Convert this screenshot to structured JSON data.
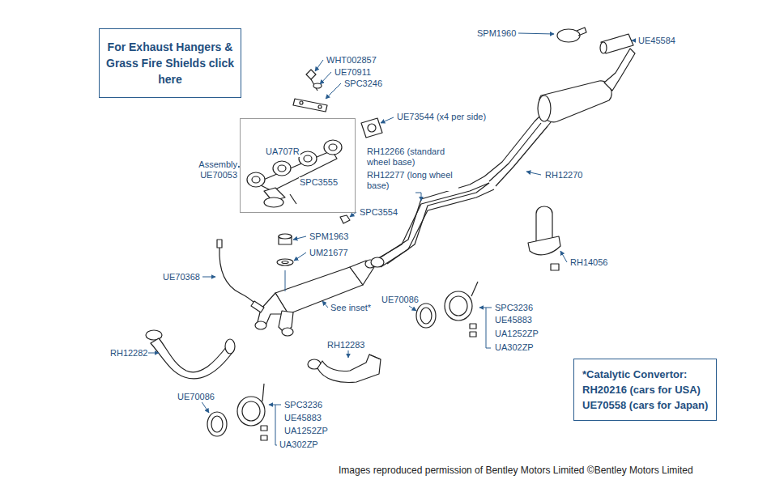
{
  "diagram": {
    "nodes": [
      {
        "text": [
          "For Exhaust Hangers & Grass Fire Shields click here"
        ]
      },
      {
        "text": [
          "UA707R",
          "SPC3555"
        ]
      },
      {
        "text": [
          "*Catalytic Convertor:",
          "RH20216 (cars for USA)",
          "UE70558 (cars for Japan)"
        ]
      }
    ],
    "edges": [],
    "labels": [
      "WHT002857",
      "UE70911",
      "SPC3246",
      "SPM1960",
      "UE45584",
      "UE73544 (x4 per side)",
      "Assembly UE70053",
      "RH12266 (standard wheel base)",
      "RH12277 (long wheel base)",
      "RH12270",
      "SPC3554",
      "SPM1963",
      "UM21677",
      "UE70368",
      "RH14056",
      "UE70086",
      "SPC3236",
      "UE45883",
      "UA1252ZP",
      "UA302ZP",
      "See inset*",
      "RH12283",
      "RH12282",
      "UE70086",
      "SPC3236",
      "UE45883",
      "UA1252ZP",
      "UA302ZP",
      "Images reproduced permission of Bentley Motors Limited ©Bentley Motors Limited"
    ]
  }
}
